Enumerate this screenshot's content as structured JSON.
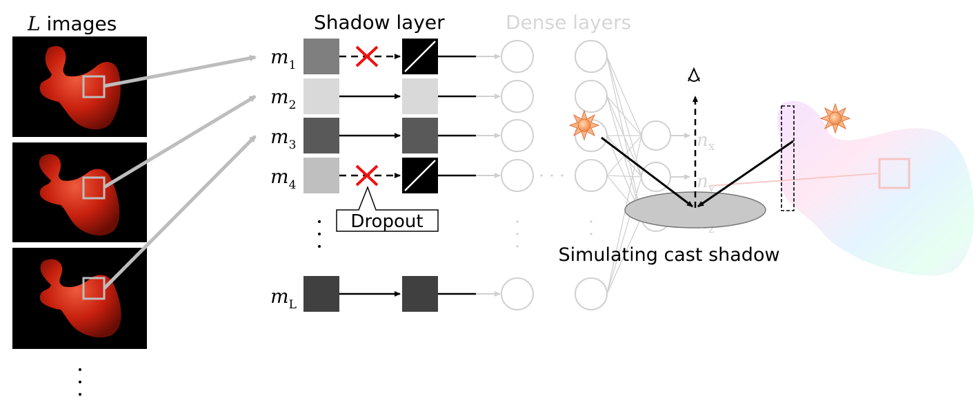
{
  "labels": {
    "images_var": "L",
    "images_word": " images",
    "shadow_layer": "Shadow layer",
    "dense_layers": "Dense layers",
    "dropout": "Dropout",
    "caption": "Simulating cast shadow"
  },
  "rows": [
    {
      "var": "m",
      "sub": "1",
      "dropped": true
    },
    {
      "var": "m",
      "sub": "2",
      "dropped": false
    },
    {
      "var": "m",
      "sub": "3",
      "dropped": false
    },
    {
      "var": "m",
      "sub": "4",
      "dropped": true
    },
    {
      "var": "m",
      "sub": "L",
      "dropped": false
    }
  ],
  "normals": [
    {
      "var": "n",
      "sub": "x"
    },
    {
      "var": "n",
      "sub": "y"
    },
    {
      "var": "n",
      "sub": "z"
    }
  ],
  "colors": {
    "mask_1": "#7f7f7f",
    "mask_2": "#d9d9d9",
    "mask_3": "#595959",
    "mask_4": "#bfbfbf",
    "mask_L": "#404040",
    "dropout_cross": "#ee1111",
    "faded": "#cfcfcf",
    "object_red": "#c8200e",
    "light_source": "#f4a060"
  },
  "icons": [
    "cross-icon",
    "sun-icon",
    "eye-icon"
  ]
}
